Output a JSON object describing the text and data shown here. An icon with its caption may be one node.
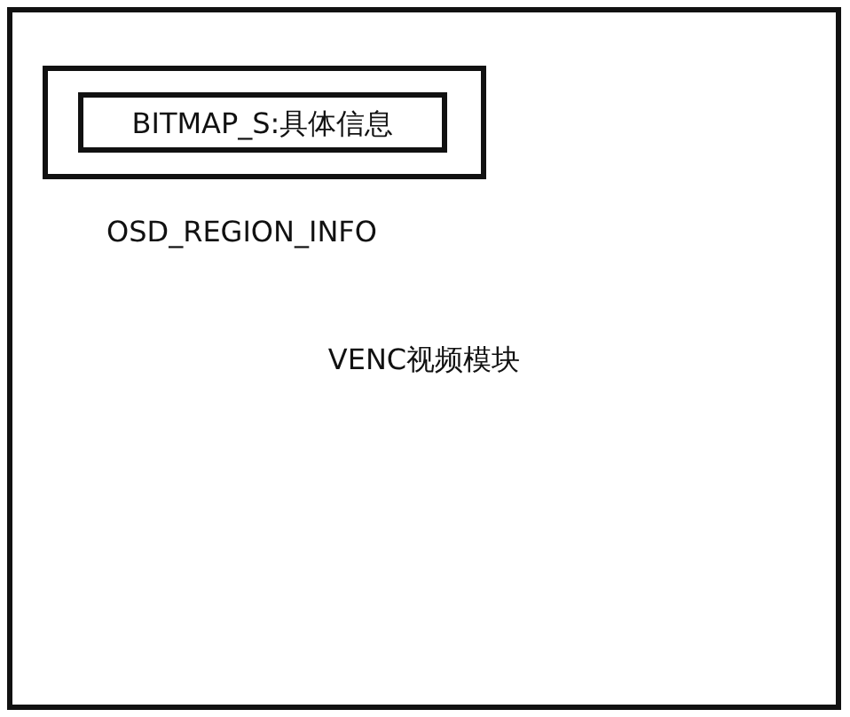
{
  "diagram": {
    "nodes": [
      {
        "text": [
          "VENC视频模块"
        ]
      },
      {
        "text": [
          "OSD_REGION_INFO"
        ],
        "in": 0
      },
      {
        "text": [
          "BITMAP_S:具体信息"
        ],
        "in": 1
      }
    ]
  }
}
